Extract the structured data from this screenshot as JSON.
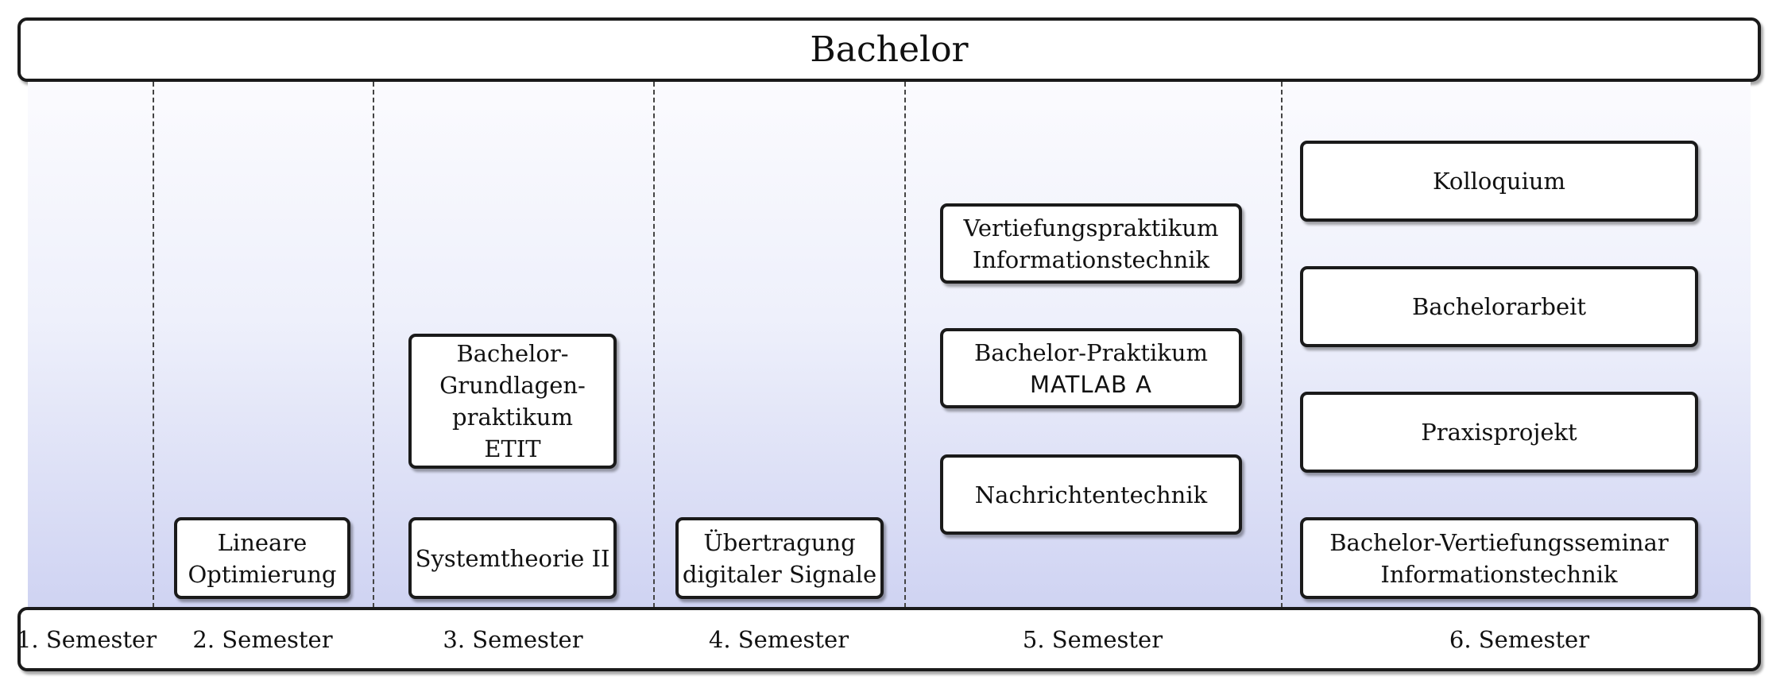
{
  "header": {
    "title": "Bachelor"
  },
  "semesters": [
    "1. Semester",
    "2. Semester",
    "3. Semester",
    "4. Semester",
    "5. Semester",
    "6. Semester"
  ],
  "courses": {
    "lineare_optimierung": [
      "Lineare",
      "Optimierung"
    ],
    "systemtheorie": "Systemtheorie II",
    "grundlagenpraktikum": [
      "Bachelor-",
      "Grundlagen-",
      "praktikum",
      "ETIT"
    ],
    "uebertragung": [
      "Übertragung",
      "digitaler Signale"
    ],
    "vertiefungspraktikum": [
      "Vertiefungspraktikum",
      "Informationstechnik"
    ],
    "praktikum_matlab": [
      "Bachelor-Praktikum",
      "MATLAB A"
    ],
    "nachrichtentechnik": "Nachrichtentechnik",
    "kolloquium": "Kolloquium",
    "bachelorarbeit": "Bachelorarbeit",
    "praxisprojekt": "Praxisprojekt",
    "vertiefungsseminar": [
      "Bachelor-Vertiefungsseminar",
      "Informationstechnik"
    ]
  }
}
